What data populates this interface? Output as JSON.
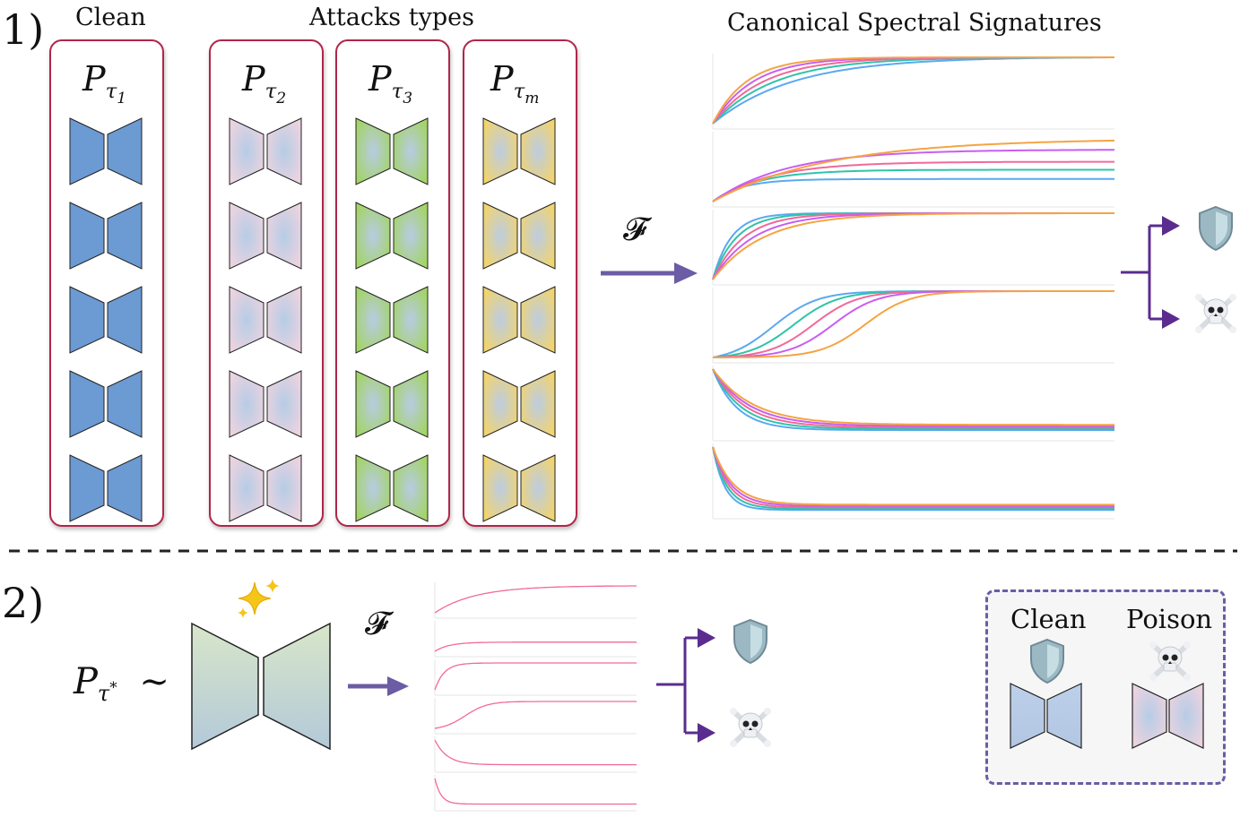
{
  "step1": {
    "label": "1)",
    "clean_header": "Clean",
    "attacks_header": "Attacks types",
    "signatures_title": "Canonical Spectral Signatures",
    "groups": [
      {
        "symbol": "P",
        "sub": "τ",
        "subsub": "1",
        "fill": "blue"
      },
      {
        "symbol": "P",
        "sub": "τ",
        "subsub": "2",
        "fill": "pink"
      },
      {
        "symbol": "P",
        "sub": "τ",
        "subsub": "3",
        "fill": "green"
      },
      {
        "symbol": "P",
        "sub": "τ",
        "subsub": "m",
        "fill": "yellow"
      }
    ],
    "models_per_group": 5,
    "operator": "𝓕",
    "outcomes": [
      "shield-icon",
      "skull-crossbones-icon"
    ]
  },
  "step2": {
    "label": "2)",
    "model_symbol": "P",
    "model_sub": "τ",
    "model_sup": "*",
    "tilde": "∼",
    "sparkle_icon": "sparkles-icon",
    "operator": "𝓕",
    "outcomes": [
      "shield-icon",
      "skull-crossbones-icon"
    ]
  },
  "legend": {
    "clean_label": "Clean",
    "poison_label": "Poison"
  },
  "colors": {
    "group_border": "#b0264a",
    "arrow": "#6b5ca5",
    "tree": "#5b2c8f",
    "clean_model": "#6c9ad2",
    "series": [
      "#5aa9f0",
      "#2ec4a8",
      "#f06a9a",
      "#c85ef2",
      "#f5a442"
    ]
  }
}
